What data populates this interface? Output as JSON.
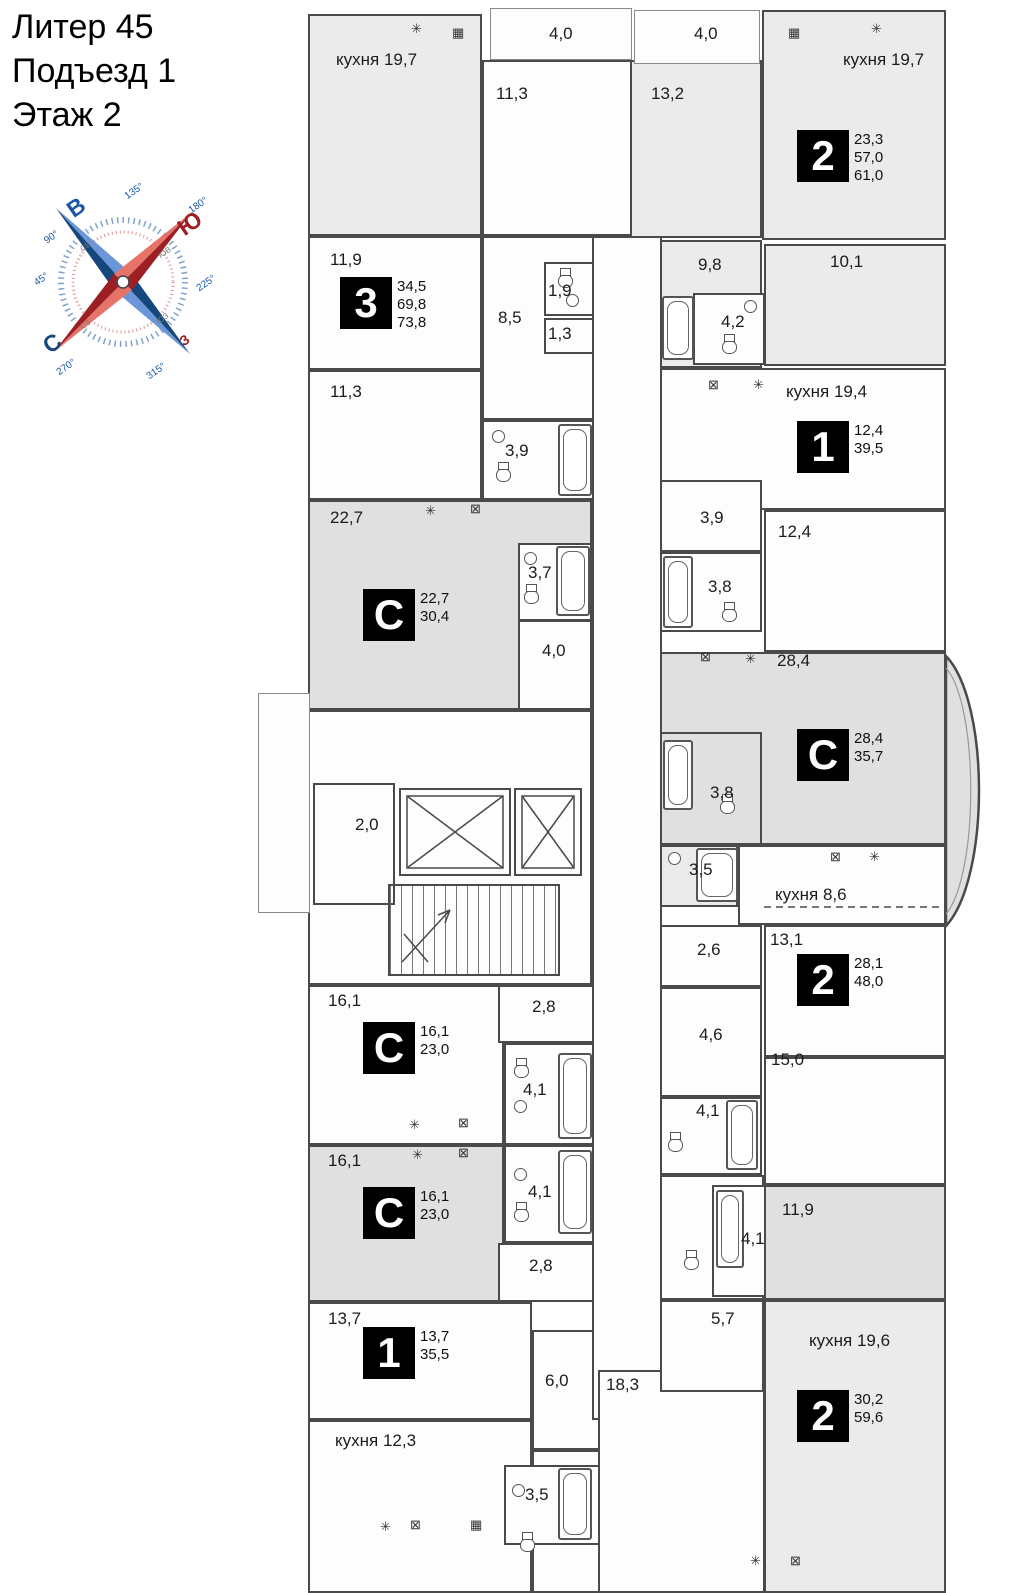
{
  "title": {
    "line1": "Литер 45",
    "line2": "Подъезд 1",
    "line3": "Этаж 2"
  },
  "compass": {
    "cardinals": {
      "n": "С",
      "e": "В",
      "s": "Ю",
      "w": "З"
    },
    "intercardinals": [
      "СВ",
      "ЮВ",
      "ЮЗ",
      "СЗ"
    ],
    "degrees": [
      "45°",
      "90°",
      "135°",
      "180°",
      "225°",
      "270°",
      "315°"
    ]
  },
  "icons": {
    "vent": "✳",
    "window": "⊠",
    "stove": "▦"
  },
  "apartments": [
    {
      "type": "3",
      "areas": [
        "34,5",
        "69,8",
        "73,8"
      ]
    },
    {
      "type": "2",
      "areas": [
        "23,3",
        "57,0",
        "61,0"
      ]
    },
    {
      "type": "1",
      "areas": [
        "12,4",
        "39,5"
      ]
    },
    {
      "type": "С",
      "areas": [
        "22,7",
        "30,4"
      ]
    },
    {
      "type": "С",
      "areas": [
        "28,4",
        "35,7"
      ]
    },
    {
      "type": "2",
      "areas": [
        "28,1",
        "48,0"
      ]
    },
    {
      "type": "С",
      "areas": [
        "16,1",
        "23,0"
      ]
    },
    {
      "type": "С",
      "areas": [
        "16,1",
        "23,0"
      ]
    },
    {
      "type": "1",
      "areas": [
        "13,7",
        "35,5"
      ]
    },
    {
      "type": "2",
      "areas": [
        "30,2",
        "59,6"
      ]
    }
  ],
  "labels": [
    {
      "text": "кухня 19,7"
    },
    {
      "text": "4,0"
    },
    {
      "text": "11,3"
    },
    {
      "text": "4,0"
    },
    {
      "text": "13,2"
    },
    {
      "text": "кухня 19,7"
    },
    {
      "text": "11,9"
    },
    {
      "text": "1,9"
    },
    {
      "text": "8,5"
    },
    {
      "text": "1,3"
    },
    {
      "text": "9,8"
    },
    {
      "text": "4,2"
    },
    {
      "text": "10,1"
    },
    {
      "text": "11,3"
    },
    {
      "text": "кухня 19,4"
    },
    {
      "text": "3,9"
    },
    {
      "text": "3,9"
    },
    {
      "text": "12,4"
    },
    {
      "text": "22,7"
    },
    {
      "text": "3,7"
    },
    {
      "text": "3,8"
    },
    {
      "text": "4,0"
    },
    {
      "text": "28,4"
    },
    {
      "text": "3,8"
    },
    {
      "text": "2,0"
    },
    {
      "text": "3,5"
    },
    {
      "text": "кухня 8,6"
    },
    {
      "text": "2,6"
    },
    {
      "text": "13,1"
    },
    {
      "text": "4,6"
    },
    {
      "text": "15,0"
    },
    {
      "text": "16,1"
    },
    {
      "text": "2,8"
    },
    {
      "text": "4,1"
    },
    {
      "text": "16,1"
    },
    {
      "text": "4,1"
    },
    {
      "text": "4,1"
    },
    {
      "text": "4,1"
    },
    {
      "text": "11,9"
    },
    {
      "text": "2,8"
    },
    {
      "text": "13,7"
    },
    {
      "text": "5,7"
    },
    {
      "text": "кухня 19,6"
    },
    {
      "text": "6,0"
    },
    {
      "text": "18,3"
    },
    {
      "text": "кухня 12,3"
    },
    {
      "text": "3,5"
    }
  ]
}
